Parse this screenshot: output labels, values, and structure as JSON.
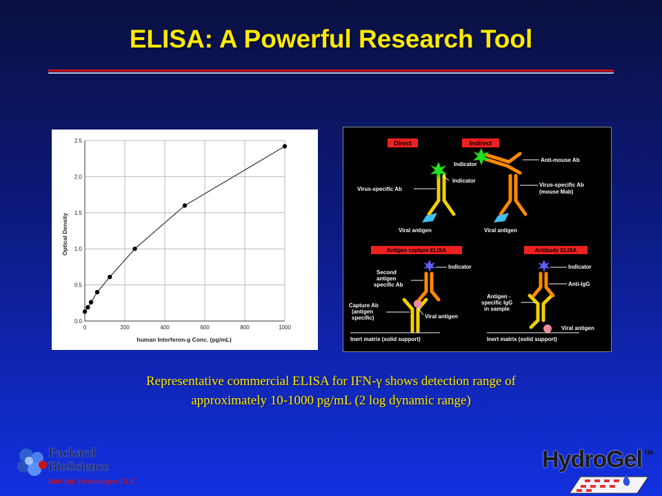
{
  "slide": {
    "title": "ELISA: A Powerful Research Tool",
    "caption_line1": "Representative commercial ELISA for IFN-γ shows detection range of",
    "caption_line2": "approximately 10-1000 pg/mL (2 log dynamic range)"
  },
  "colors": {
    "title": "#ffea00",
    "accent_rule": "#d01010",
    "yellow_antibody": "#f0d000",
    "orange_antibody": "#ff8a00",
    "antigen": "#40c0f0"
  },
  "chart_data": {
    "type": "line",
    "xlabel": "human Interferon-g Conc. (pg/mL)",
    "ylabel": "Optical Density",
    "xlim": [
      0,
      1000
    ],
    "ylim": [
      0,
      2.5
    ],
    "x_ticks": [
      0,
      200,
      400,
      600,
      800,
      1000
    ],
    "y_ticks": [
      0.0,
      0.5,
      1.0,
      1.5,
      2.0,
      2.5
    ],
    "y_tick_labels": [
      "0.0",
      "0.5",
      "1.0",
      "1.5",
      "2.0",
      "2.5"
    ],
    "grid": true,
    "series": [
      {
        "x": [
          0,
          15,
          31,
          62,
          125,
          250,
          500,
          1000
        ],
        "y": [
          0.13,
          0.19,
          0.26,
          0.4,
          0.61,
          1.0,
          1.6,
          2.42
        ]
      }
    ]
  },
  "diagram": {
    "labels": {
      "direct": "Direct",
      "indirect": "Indirect",
      "indicator_1": "Indicator",
      "anti_mouse": "Anti-mouse Ab",
      "virus_ab_left": "Virus-specific Ab",
      "virus_ab_right_1": "Virus-specific Ab",
      "virus_ab_right_2": "(mouse Mab)",
      "viral_antigen_1": "Viral antigen",
      "viral_antigen_2": "Viral antigen",
      "capture_header": "Antigen capture ELISA",
      "antibody_header": "Antibody ELISA",
      "indicator_2": "Indicator",
      "second_ab_1": "Second",
      "second_ab_2": "antigen",
      "second_ab_3": "specific Ab",
      "capture_ab_1": "Capture Ab",
      "capture_ab_2": "(antigen",
      "capture_ab_3": "specific)",
      "viral_antigen_3": "Viral antigen",
      "matrix_1": "Inert matrix (solid support)",
      "indicator_3": "Indicator",
      "anti_igg": "Anti-IgG",
      "antigen_igg_1": "Antigen -",
      "antigen_igg_2": "specific IgG",
      "antigen_igg_3": "in sample",
      "viral_antigen_4": "Viral antigen",
      "matrix_2": "Inert matrix (solid support)"
    }
  },
  "logos": {
    "left_line1": "Packard",
    "left_line2": "BioScience",
    "left_sub": "BioChip Technologies LLC",
    "right_word": "HydroGel",
    "right_tm": "TM"
  }
}
